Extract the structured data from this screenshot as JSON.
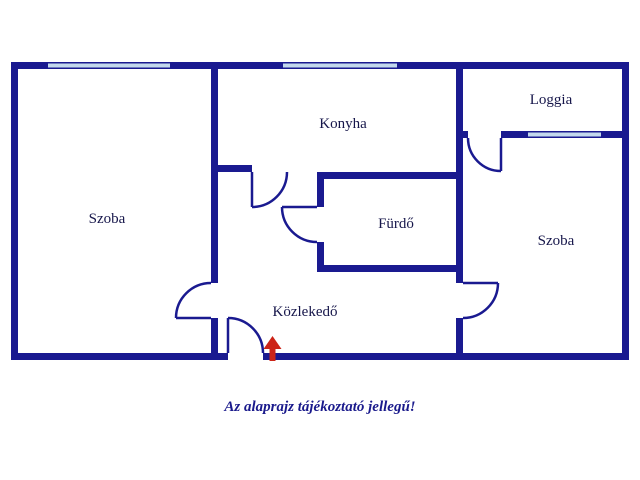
{
  "floorplan": {
    "rooms": [
      {
        "id": "szoba-left",
        "label": "Szoba"
      },
      {
        "id": "konyha",
        "label": "Konyha"
      },
      {
        "id": "loggia",
        "label": "Loggia"
      },
      {
        "id": "furdo",
        "label": "Fürdő"
      },
      {
        "id": "szoba-right",
        "label": "Szoba"
      },
      {
        "id": "kozlekedo",
        "label": "Közlekedő"
      }
    ],
    "caption": "Az alaprajz tájékoztató jellegű!",
    "icons": {
      "entrance_arrow": "arrow-up"
    },
    "colors": {
      "wall": "#1a1a90",
      "window": "#c3d9ed",
      "arrow": "#cc2418",
      "background": "#ffffff",
      "label": "#16164a",
      "caption": "#1a1a8c"
    }
  }
}
